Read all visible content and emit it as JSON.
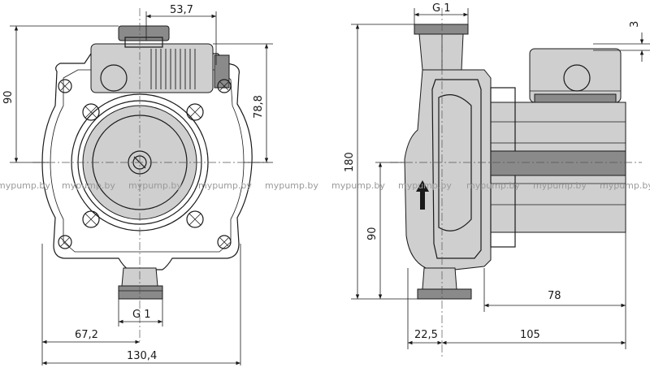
{
  "front_view": {
    "dims": {
      "top_width": "53,7",
      "height_left": "90",
      "height_right": "78,8",
      "thread_bottom": "G 1",
      "offset_bottom": "67,2",
      "total_width": "130,4"
    }
  },
  "side_view": {
    "dims": {
      "thread_top": "G 1",
      "gap_top": "3",
      "total_height": "180",
      "half_height": "90",
      "motor_length": "78",
      "flange_offset": "22,5",
      "body_length": "105"
    }
  },
  "watermarks": [
    "mypump.by",
    "mypump.by",
    "mypump.by",
    "mypump.by",
    "mypump.by",
    "mypump.by",
    "mypump.by",
    "mypump.by",
    "mypump.by",
    "mypump.by"
  ]
}
